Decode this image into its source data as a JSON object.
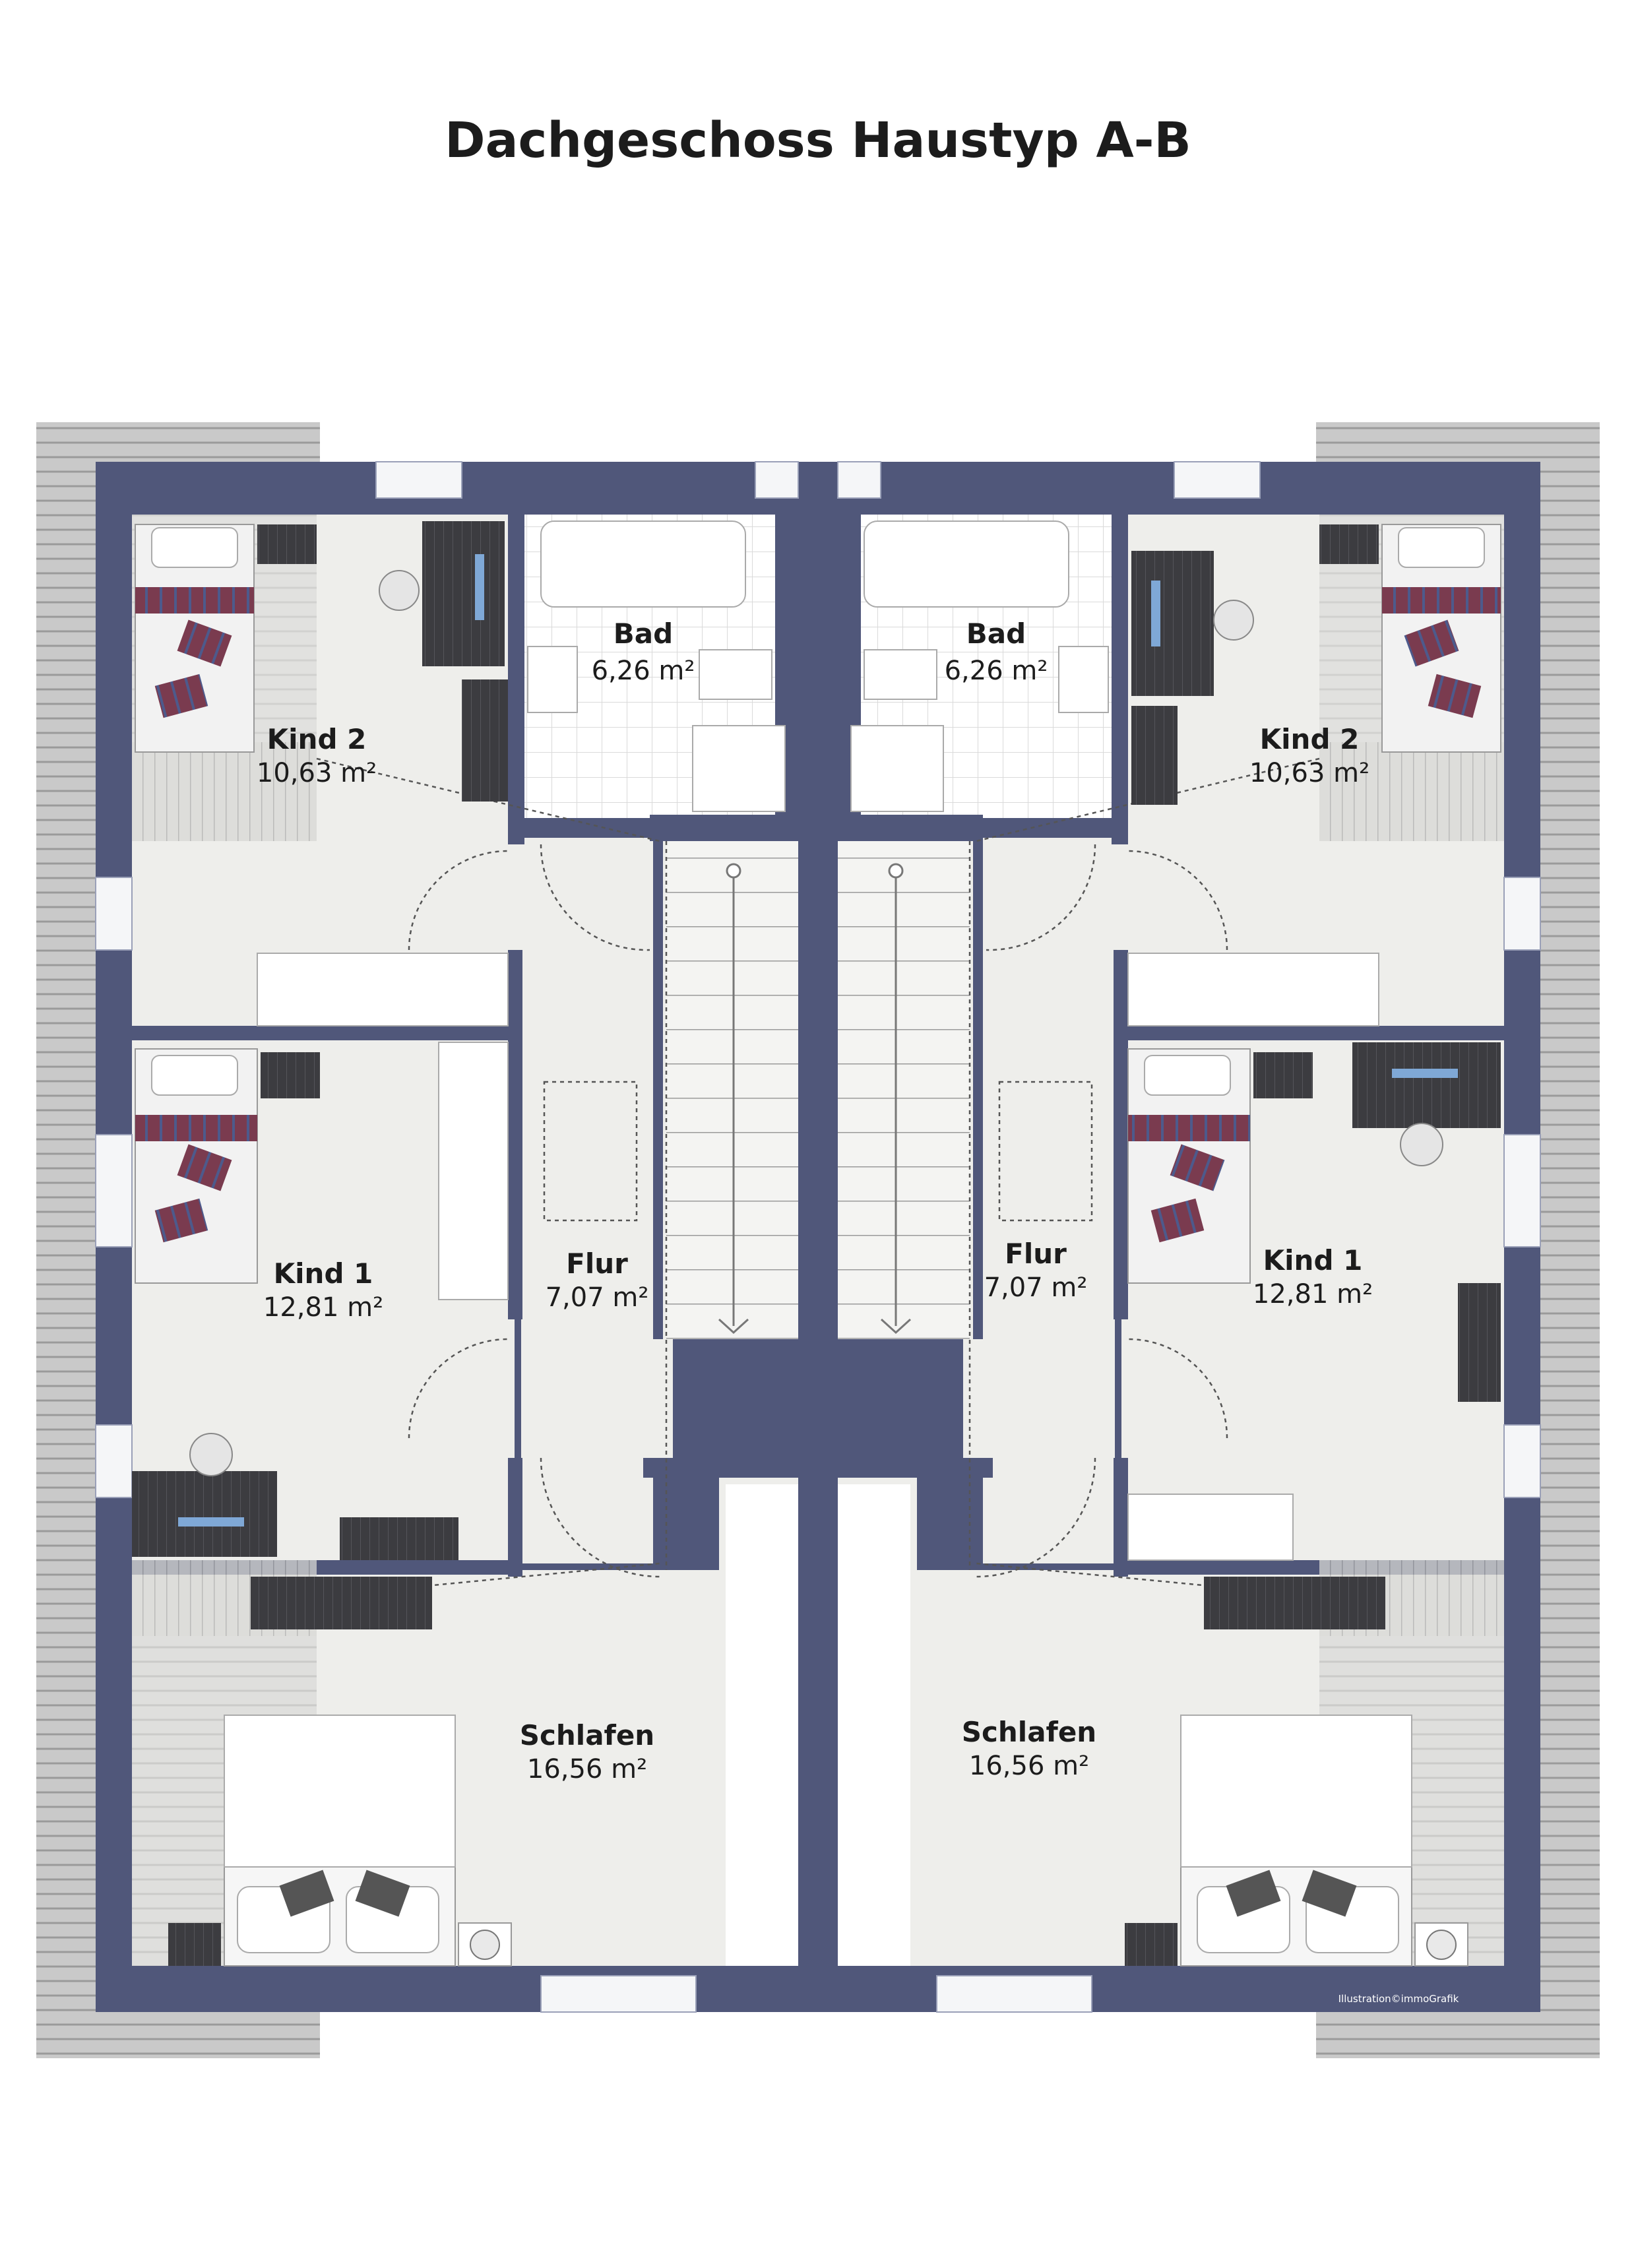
{
  "title": "Dachgeschoss Haustyp A-B",
  "credit": "Illustration©immoGrafik",
  "colors": {
    "wall": "#50577a",
    "floor": "#eeeeeb",
    "roof": "#c4c4c4",
    "tile": "#ffffff",
    "furniture_dark": "#3b3b3e",
    "bed_stripe": "#7a3b4f"
  },
  "rooms": {
    "left": {
      "kind2": {
        "name": "Kind 2",
        "area": "10,63 m²"
      },
      "bad": {
        "name": "Bad",
        "area": "6,26 m²"
      },
      "kind1": {
        "name": "Kind 1",
        "area": "12,81 m²"
      },
      "flur": {
        "name": "Flur",
        "area": "7,07 m²"
      },
      "schlafen": {
        "name": "Schlafen",
        "area": "16,56 m²"
      }
    },
    "right": {
      "kind2": {
        "name": "Kind 2",
        "area": "10,63 m²"
      },
      "bad": {
        "name": "Bad",
        "area": "6,26 m²"
      },
      "kind1": {
        "name": "Kind 1",
        "area": "12,81 m²"
      },
      "flur": {
        "name": "Flur",
        "area": "7,07 m²"
      },
      "schlafen": {
        "name": "Schlafen",
        "area": "16,56 m²"
      }
    }
  }
}
